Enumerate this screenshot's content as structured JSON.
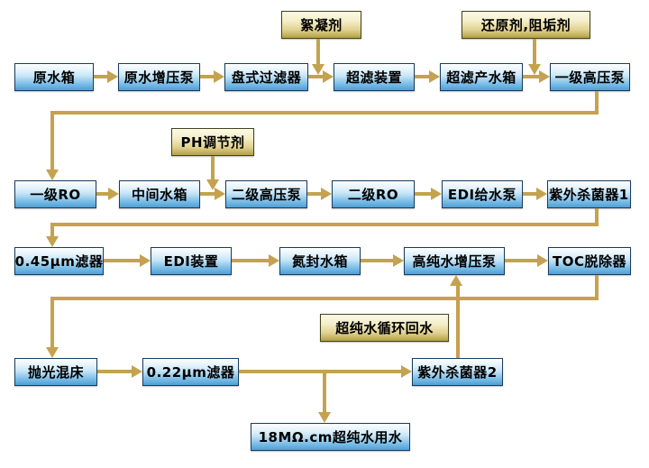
{
  "diagram": {
    "type": "flowchart",
    "colors": {
      "connector": "#C4A24E",
      "process_box_top": "#FDFEFF",
      "process_box_bottom": "#4E9FD6",
      "process_border": "#1B3C5F",
      "chemical_box_top": "#FCFAE6",
      "chemical_box_bottom": "#B3A143",
      "chemical_border": "#43431F",
      "background": "#FFFFFF",
      "text": "#000000"
    },
    "nodes": [
      {
        "id": "raw-water-tank",
        "label": "原水箱",
        "type": "process"
      },
      {
        "id": "raw-water-booster-pump",
        "label": "原水增压泵",
        "type": "process"
      },
      {
        "id": "disc-filter",
        "label": "盘式过滤器",
        "type": "process"
      },
      {
        "id": "ultrafiltration-unit",
        "label": "超滤装置",
        "type": "process"
      },
      {
        "id": "uf-product-water-tank",
        "label": "超滤产水箱",
        "type": "process"
      },
      {
        "id": "first-stage-hp-pump",
        "label": "一级高压泵",
        "type": "process"
      },
      {
        "id": "first-stage-ro",
        "label": "一级RO",
        "type": "process"
      },
      {
        "id": "intermediate-water-tank",
        "label": "中间水箱",
        "type": "process"
      },
      {
        "id": "second-stage-hp-pump",
        "label": "二级高压泵",
        "type": "process"
      },
      {
        "id": "second-stage-ro",
        "label": "二级RO",
        "type": "process"
      },
      {
        "id": "edi-feed-pump",
        "label": "EDI给水泵",
        "type": "process"
      },
      {
        "id": "uv-sterilizer-1",
        "label": "紫外杀菌器1",
        "type": "process"
      },
      {
        "id": "filter-0-45um",
        "label": "0.45μm滤器",
        "type": "process"
      },
      {
        "id": "edi-unit",
        "label": "EDI装置",
        "type": "process"
      },
      {
        "id": "nitrogen-sealed-tank",
        "label": "氮封水箱",
        "type": "process"
      },
      {
        "id": "high-purity-booster-pump",
        "label": "高纯水增压泵",
        "type": "process"
      },
      {
        "id": "toc-remover",
        "label": "TOC脱除器",
        "type": "process"
      },
      {
        "id": "polishing-mixed-bed",
        "label": "抛光混床",
        "type": "process"
      },
      {
        "id": "filter-0-22um",
        "label": "0.22μm滤器",
        "type": "process"
      },
      {
        "id": "uv-sterilizer-2",
        "label": "紫外杀菌器2",
        "type": "process"
      },
      {
        "id": "ultrapure-water-use-point",
        "label": "18MΩ.cm超纯水用水",
        "type": "process"
      },
      {
        "id": "flocculant",
        "label": "絮凝剂",
        "type": "chemical"
      },
      {
        "id": "reducer-antiscalant",
        "label": "还原剂,阻垢剂",
        "type": "chemical"
      },
      {
        "id": "ph-adjuster",
        "label": "PH调节剂",
        "type": "chemical"
      },
      {
        "id": "ultrapure-circulation-return",
        "label": "超纯水循环回水",
        "type": "chemical"
      }
    ]
  }
}
